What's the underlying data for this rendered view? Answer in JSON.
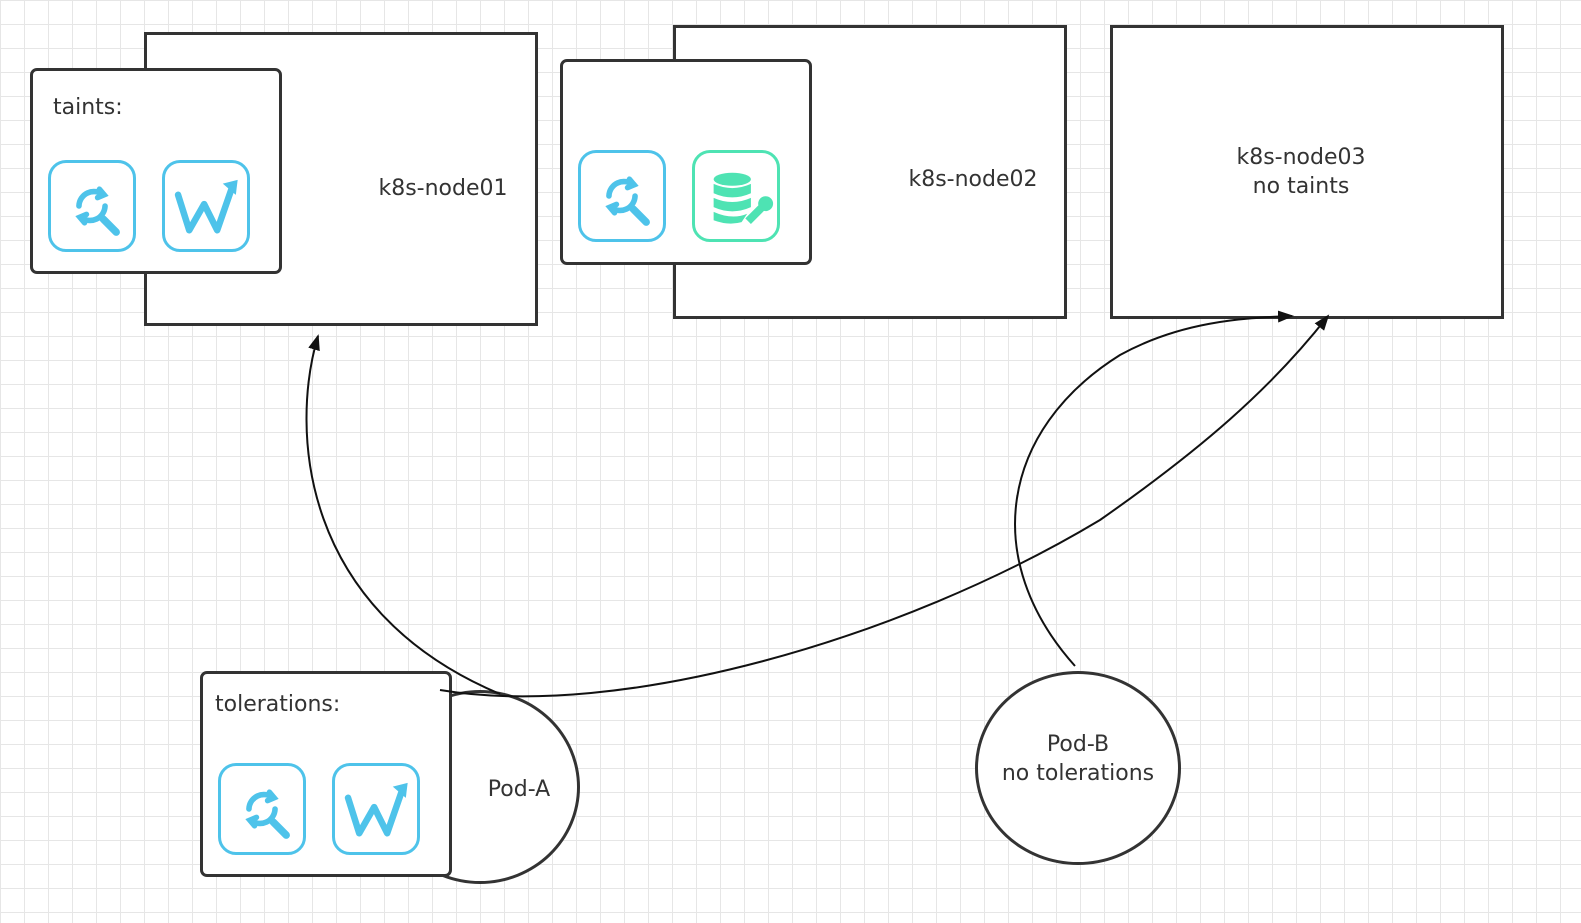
{
  "nodes": {
    "node01": {
      "label": "k8s-node01"
    },
    "node02": {
      "label": "k8s-node02"
    },
    "node03": {
      "label_line1": "k8s-node03",
      "label_line2": "no taints"
    }
  },
  "taints_card": {
    "title": "taints:",
    "icons": [
      "search-sync-icon",
      "w-trend-icon"
    ]
  },
  "node02_card": {
    "icons": [
      "search-sync-icon",
      "database-wrench-icon"
    ]
  },
  "pod_a": {
    "label": "Pod-A",
    "tolerations_title": "tolerations:",
    "icons": [
      "search-sync-icon",
      "w-trend-icon"
    ]
  },
  "pod_b": {
    "label_line1": "Pod-B",
    "label_line2": "no tolerations"
  },
  "colors": {
    "outline": "#333333",
    "icon_blue": "#4ec3ea",
    "icon_green": "#4ee3b3",
    "grid": "#e6e6e6"
  }
}
